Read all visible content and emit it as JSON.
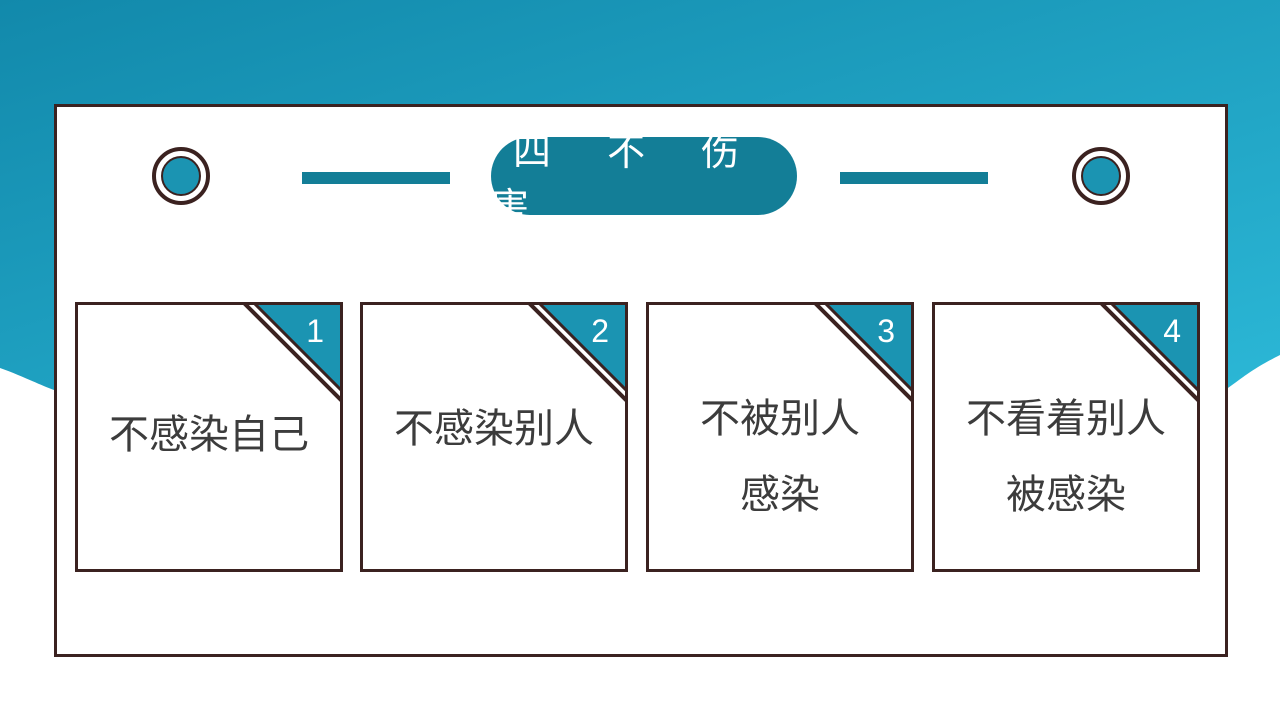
{
  "title": "四 不 伤 害",
  "colors": {
    "accent": "#137e97",
    "accent_light": "#1b94b2",
    "border": "#3b2220"
  },
  "cards": [
    {
      "number": "1",
      "lines": [
        "不感染自己"
      ]
    },
    {
      "number": "2",
      "lines": [
        "不感染别人"
      ]
    },
    {
      "number": "3",
      "lines": [
        "不被别人",
        "感染"
      ]
    },
    {
      "number": "4",
      "lines": [
        "不看着别人",
        "被感染"
      ]
    }
  ]
}
